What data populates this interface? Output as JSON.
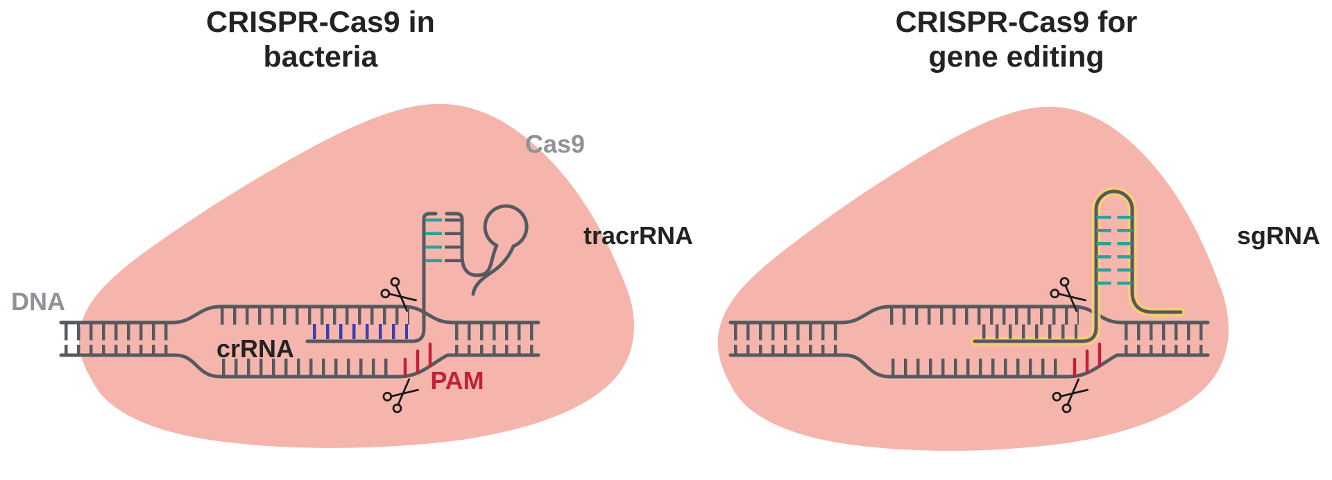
{
  "titles": {
    "left": {
      "line1": "CRISPR-Cas9 in",
      "line2": "bacteria"
    },
    "right": {
      "line1": "CRISPR-Cas9 for",
      "line2": "gene editing"
    }
  },
  "labels": {
    "cas9": "Cas9",
    "dna": "DNA",
    "crrna": "crRNA",
    "tracrrna": "tracrRNA",
    "pam": "PAM",
    "sgrna": "sgRNA"
  },
  "icons": {
    "scissors": "✂ cut site (two per panel, top and bottom strand)"
  },
  "colors": {
    "cas9_protein": "#f5b5ac",
    "dna_strand": "#555a60",
    "guide_pairing": "#3b3fae",
    "stem_pairing": "#2aa19b",
    "pam": "#c2203a",
    "sgrna_glow": "#f8cf6f",
    "muted_label": "#8f9296",
    "text": "#232323",
    "background": "#ffffff"
  },
  "structure": {
    "left_panel": {
      "guide_pair_rungs": 8,
      "stem_pair_rows": 4,
      "pam_ticks": 3,
      "cut_sites": 2,
      "stem_type": "open crRNA:tracrRNA duplex with loop"
    },
    "right_panel": {
      "guide_pair_rungs": 8,
      "stem_pair_rows": 6,
      "pam_ticks": 3,
      "cut_sites": 2,
      "stem_type": "closed sgRNA hairpin with golden glow"
    }
  }
}
